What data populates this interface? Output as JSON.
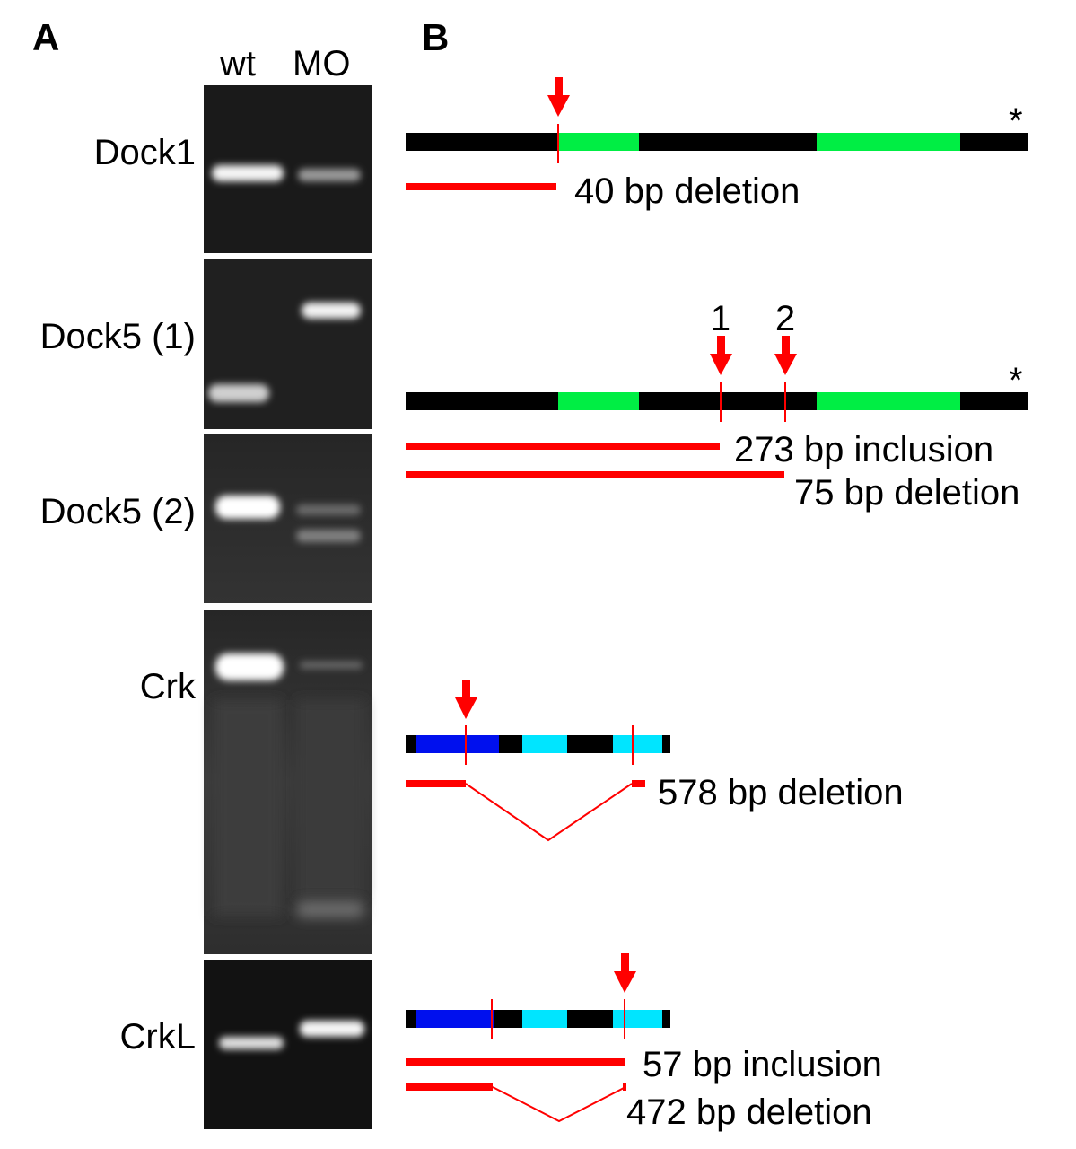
{
  "panels": {
    "a": "A",
    "b": "B"
  },
  "lanes": {
    "wt": "wt",
    "mo": "MO"
  },
  "gels": [
    {
      "label": "Dock1",
      "bg": "#1a1a1a"
    },
    {
      "label": "Dock5 (1)",
      "bg": "#202020"
    },
    {
      "label": "Dock5 (2)",
      "bg": "#2a2a2a"
    },
    {
      "label": "Crk",
      "bg": "#2f2f2f"
    },
    {
      "label": "CrkL",
      "bg": "#121212"
    }
  ],
  "colors": {
    "arrow": "#ff0000",
    "black": "#000000",
    "green": "#00ee44",
    "blue": "#0010ee",
    "cyan": "#00e5ff"
  },
  "diagrams": {
    "dock1": {
      "star": "*",
      "note1": "40 bp deletion"
    },
    "dock5": {
      "star": "*",
      "num1": "1",
      "num2": "2",
      "note1": "273 bp inclusion",
      "note2": "75 bp deletion"
    },
    "crk": {
      "note1": "578 bp deletion"
    },
    "crkl": {
      "note1": "57 bp inclusion",
      "note2": "472 bp deletion"
    }
  }
}
